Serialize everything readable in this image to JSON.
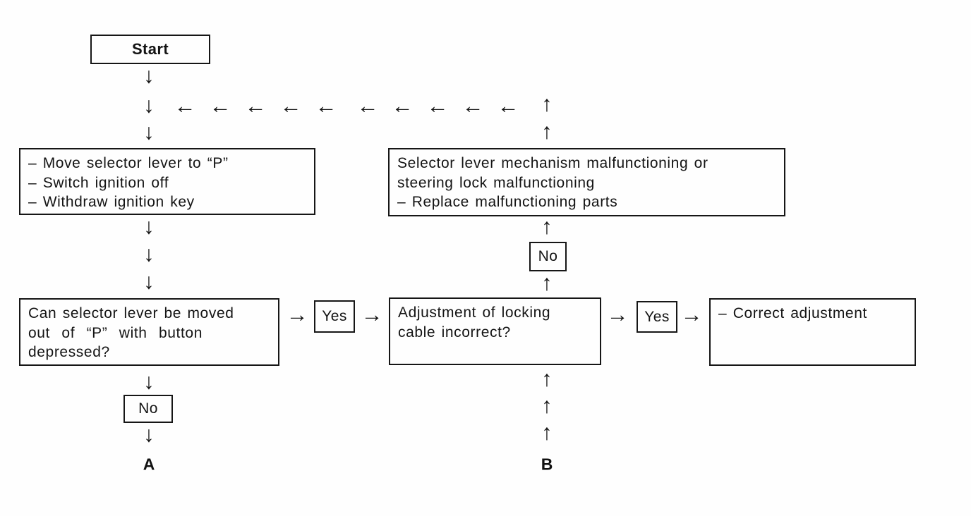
{
  "page": {
    "background_color": "#fefefe",
    "ink_color": "#161616"
  },
  "icons": {
    "arrow_down": "↓",
    "arrow_left": "←",
    "arrow_up": "↑",
    "arrow_right": "→"
  },
  "flowchart": {
    "start": {
      "label": "Start"
    },
    "prepare_box": {
      "lines": [
        "– Move selector lever to “P”",
        "– Switch ignition off",
        "– Withdraw ignition key"
      ]
    },
    "replace_box": {
      "lines": [
        "Selector lever mechanism malfunctioning or",
        "steering lock malfunctioning",
        "– Replace malfunctioning parts"
      ]
    },
    "lever_question_box": {
      "lines": [
        "Can selector lever be moved",
        "out of “P” with button",
        "depressed?"
      ]
    },
    "cable_question_box": {
      "lines": [
        "Adjustment of locking",
        "cable incorrect?"
      ]
    },
    "correct_box": {
      "lines": [
        "– Correct adjustment"
      ]
    },
    "labels": {
      "yes_lever": "Yes",
      "yes_cable": "Yes",
      "no_cable": "No",
      "no_lever": "No",
      "connector_a": "A",
      "connector_b": "B"
    }
  }
}
